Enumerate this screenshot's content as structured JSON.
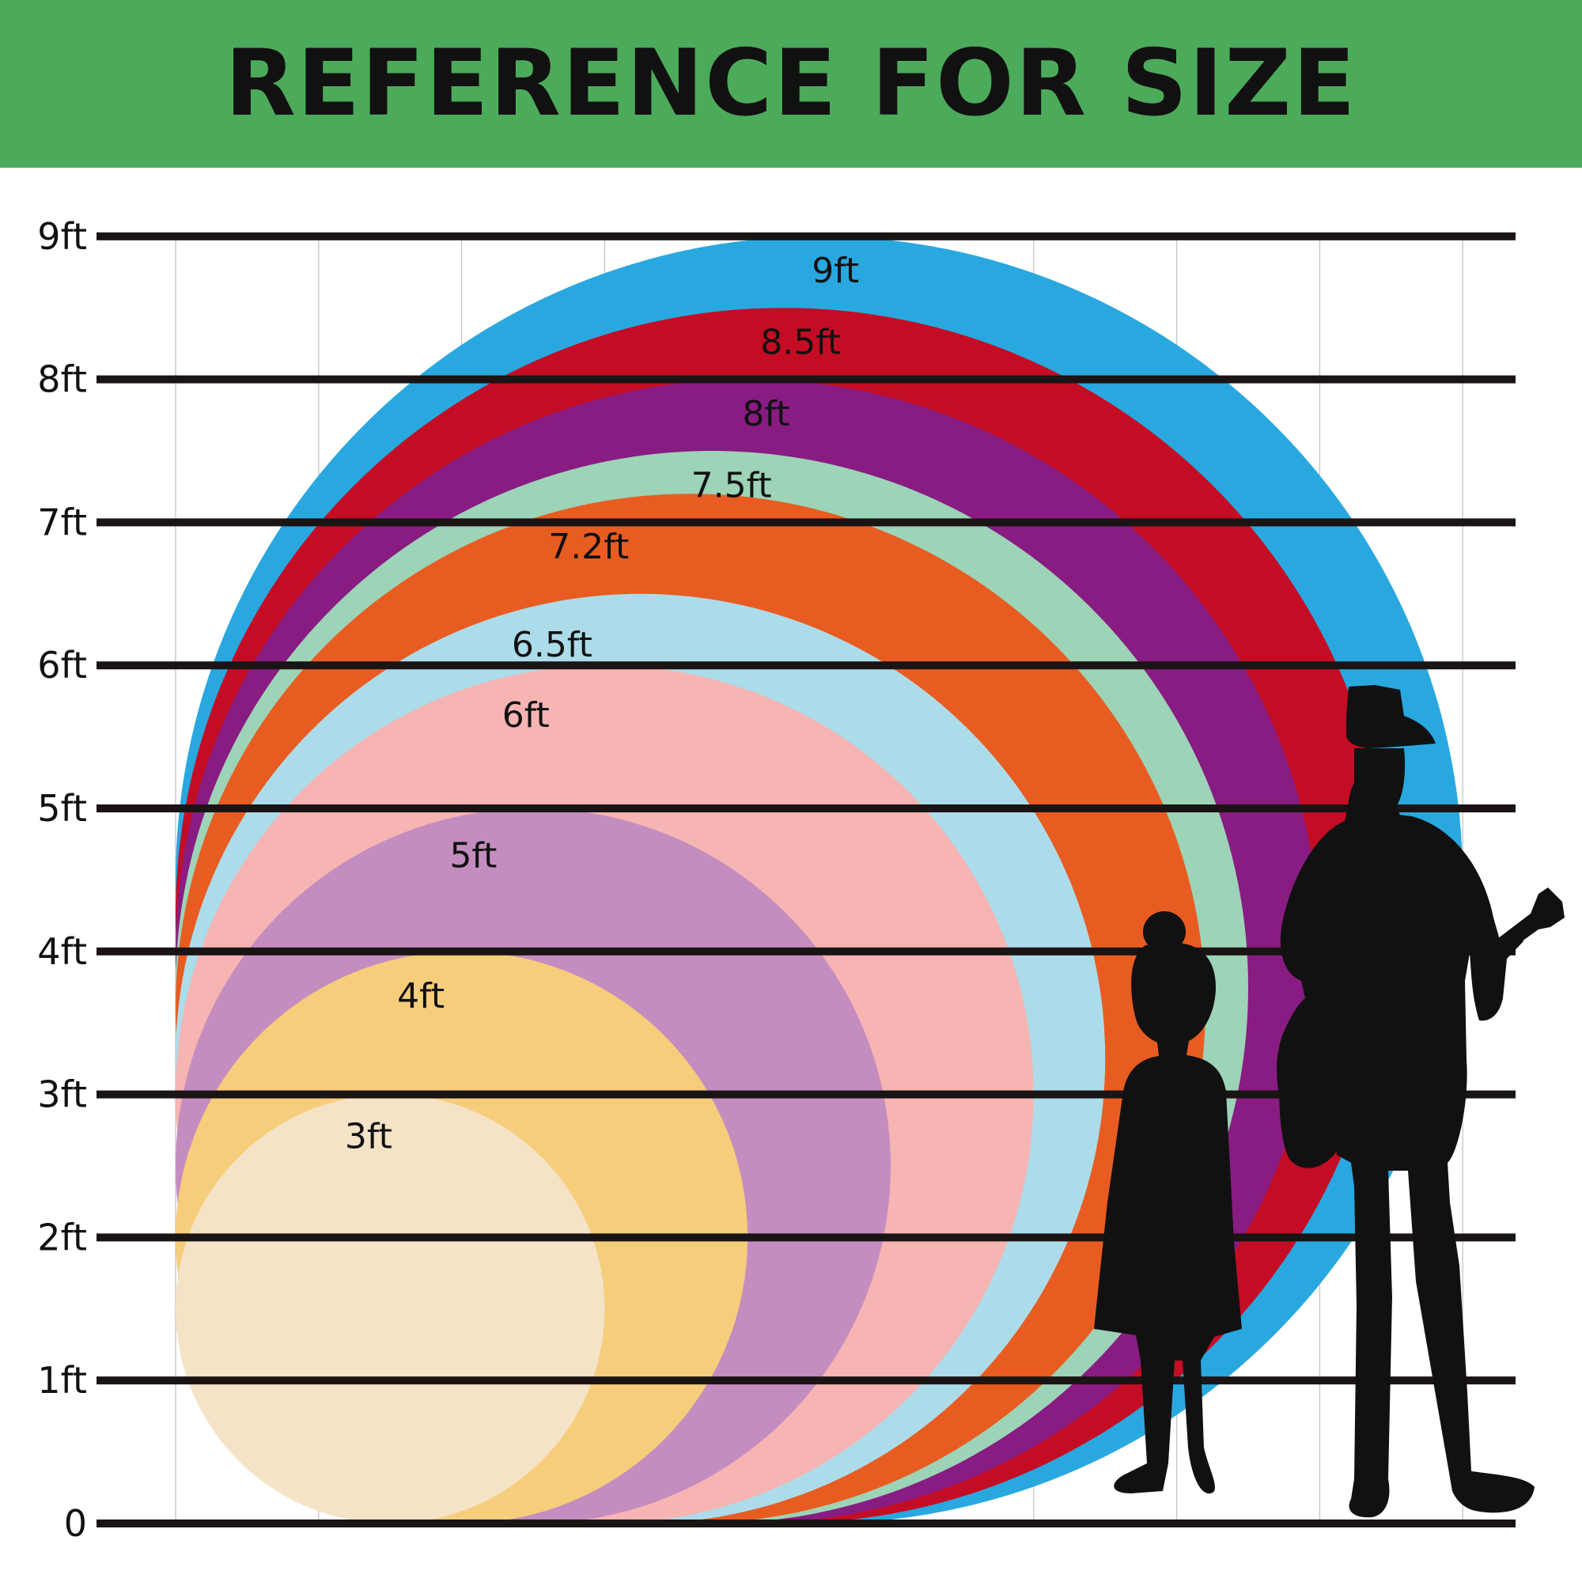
{
  "banner": {
    "title": "REFERENCE FOR SIZE",
    "color": "#4cab5a"
  },
  "chart_data": {
    "type": "diagram",
    "unit": "ft",
    "y_axis_ticks": [
      "0",
      "1ft",
      "2ft",
      "3ft",
      "4ft",
      "5ft",
      "6ft",
      "7ft",
      "8ft",
      "9ft"
    ],
    "circles": [
      {
        "label": "9ft",
        "diameter_ft": 9,
        "color": "#29a8e0"
      },
      {
        "label": "8.5ft",
        "diameter_ft": 8.5,
        "color": "#c40d24"
      },
      {
        "label": "8ft",
        "diameter_ft": 8,
        "color": "#881c82"
      },
      {
        "label": "7.5ft",
        "diameter_ft": 7.5,
        "color": "#9dd3b6"
      },
      {
        "label": "7.2ft",
        "diameter_ft": 7.2,
        "color": "#e95c21"
      },
      {
        "label": "6.5ft",
        "diameter_ft": 6.5,
        "color": "#acdcea"
      },
      {
        "label": "6ft",
        "diameter_ft": 6,
        "color": "#f6b4b3"
      },
      {
        "label": "5ft",
        "diameter_ft": 5,
        "color": "#c48dc0"
      },
      {
        "label": "4ft",
        "diameter_ft": 4,
        "color": "#f6cd7b"
      },
      {
        "label": "3ft",
        "diameter_ft": 3,
        "color": "#f5e3c7"
      }
    ],
    "silhouettes": [
      {
        "name": "child",
        "icon": "child-silhouette-icon"
      },
      {
        "name": "man with guitar",
        "icon": "man-guitar-silhouette-icon"
      }
    ],
    "grid": true
  }
}
